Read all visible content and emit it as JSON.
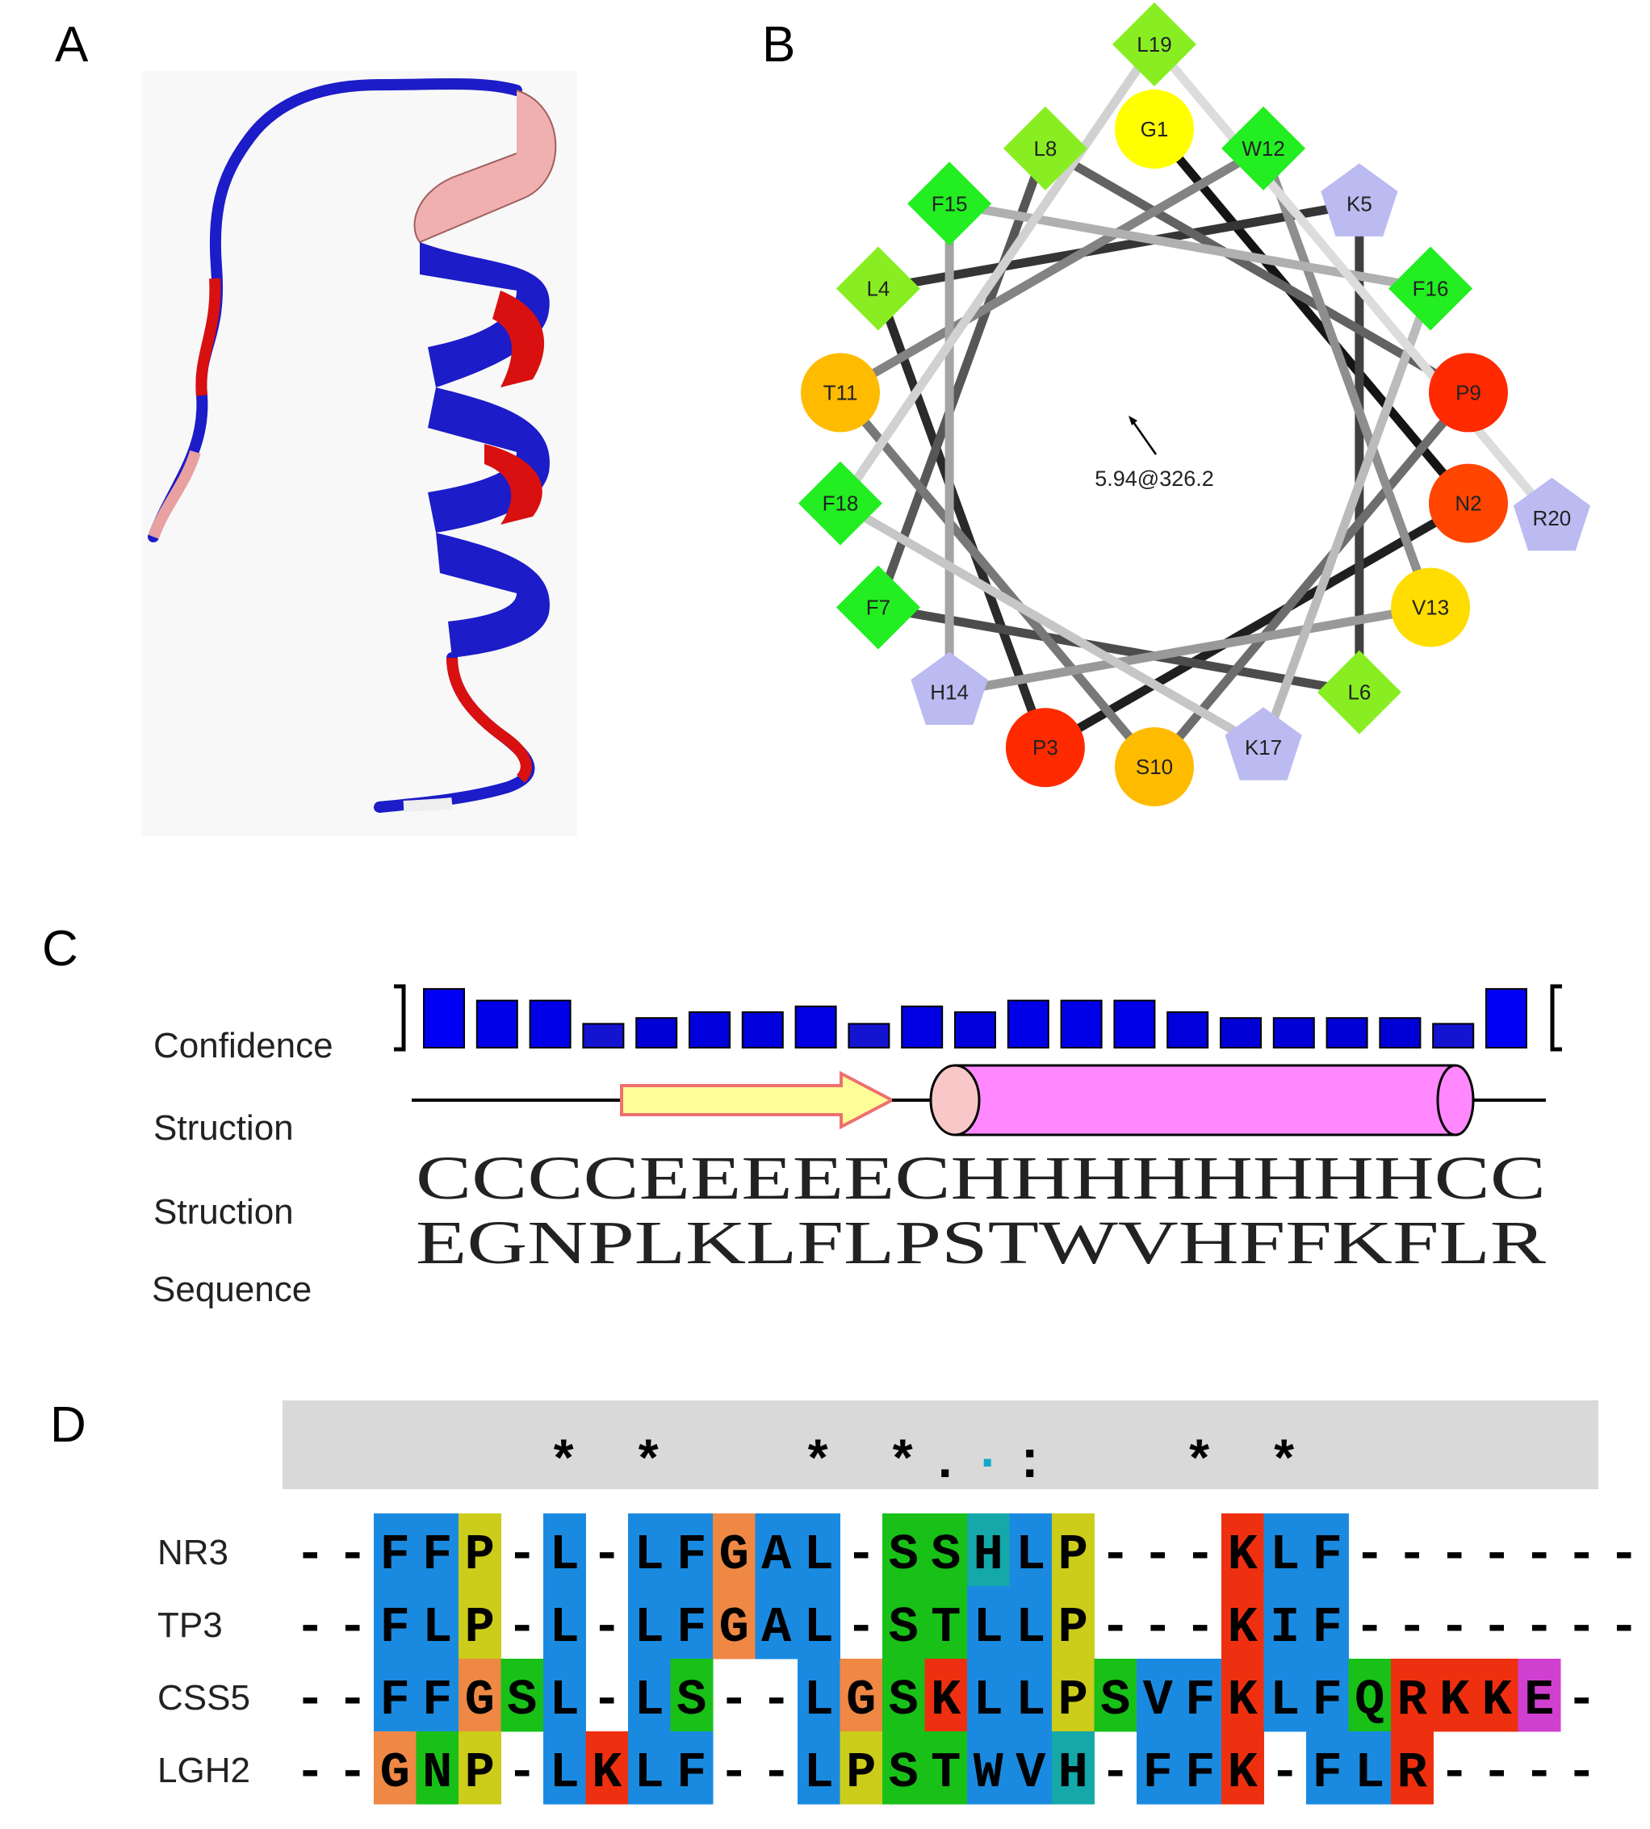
{
  "panels": {
    "a": "A",
    "b": "B",
    "c": "C",
    "d": "D"
  },
  "helix_wheel": {
    "moment_label": "5.94@326.2",
    "residues": [
      {
        "label": "G1",
        "shape": "circle",
        "color": "#ffff00"
      },
      {
        "label": "N2",
        "shape": "circle",
        "color": "#ff4500"
      },
      {
        "label": "P3",
        "shape": "circle",
        "color": "#ff2a00"
      },
      {
        "label": "L4",
        "shape": "diamond",
        "color": "#88ee22"
      },
      {
        "label": "K5",
        "shape": "pentagon",
        "color": "#bbbbf2"
      },
      {
        "label": "L6",
        "shape": "diamond",
        "color": "#88ee22"
      },
      {
        "label": "F7",
        "shape": "diamond",
        "color": "#22ee22"
      },
      {
        "label": "L8",
        "shape": "diamond",
        "color": "#88ee22"
      },
      {
        "label": "P9",
        "shape": "circle",
        "color": "#ff2a00"
      },
      {
        "label": "S10",
        "shape": "circle",
        "color": "#ffbb00"
      },
      {
        "label": "T11",
        "shape": "circle",
        "color": "#ffbb00"
      },
      {
        "label": "W12",
        "shape": "diamond",
        "color": "#22ee22"
      },
      {
        "label": "V13",
        "shape": "circle",
        "color": "#ffdd00"
      },
      {
        "label": "H14",
        "shape": "pentagon",
        "color": "#bbbbf2"
      },
      {
        "label": "F15",
        "shape": "diamond",
        "color": "#22ee22"
      },
      {
        "label": "F16",
        "shape": "diamond",
        "color": "#22ee22"
      },
      {
        "label": "K17",
        "shape": "pentagon",
        "color": "#bbbbf2"
      },
      {
        "label": "F18",
        "shape": "diamond",
        "color": "#22ee22"
      },
      {
        "label": "L19",
        "shape": "diamond",
        "color": "#88ee22"
      },
      {
        "label": "R20",
        "shape": "pentagon",
        "color": "#bbbbf2"
      }
    ]
  },
  "psipred": {
    "row_labels": [
      "Confidence",
      "Struction",
      "Struction",
      "Sequence"
    ],
    "confidence": [
      9,
      7,
      7,
      3,
      4,
      5,
      5,
      6,
      3,
      6,
      5,
      7,
      7,
      7,
      5,
      4,
      4,
      4,
      4,
      3,
      9
    ],
    "structure_string": "CCCCEEEEECHHHHHHHHCC",
    "sequence_string": "EGNPLKLFLPSTWVHFFKFLR"
  },
  "alignment": {
    "conservation": [
      {
        "col": 3,
        "char": "*"
      },
      {
        "col": 5,
        "char": "*"
      },
      {
        "col": 9,
        "char": "*"
      },
      {
        "col": 11,
        "char": "*"
      },
      {
        "col": 12,
        "char": "."
      },
      {
        "col": 13,
        "char": "·"
      },
      {
        "col": 14,
        "char": ":"
      },
      {
        "col": 18,
        "char": "*"
      },
      {
        "col": 20,
        "char": "*"
      }
    ],
    "rows": [
      {
        "name": "NR3",
        "seq": "--FFP-L-LFGAL-SSHLP---KLF-------"
      },
      {
        "name": "TP3",
        "seq": "--FLP-L-LFGAL-STLLP---KIF-------"
      },
      {
        "name": "CSS5",
        "seq": "--FFGSL-LS--LGSKLLPSVFKLFQRKKE-"
      },
      {
        "name": "LGH2",
        "seq": "--GNP-LKLF--LPSTWVH-FFK-FLR----"
      }
    ],
    "colors": {
      "hydrophobic": "#1a8ae0",
      "proline": "#cccc1a",
      "glycine": "#ee8844",
      "polar": "#18c018",
      "histidine": "#14a8a8",
      "positive": "#ee3010",
      "negative": "#d040d0"
    }
  }
}
